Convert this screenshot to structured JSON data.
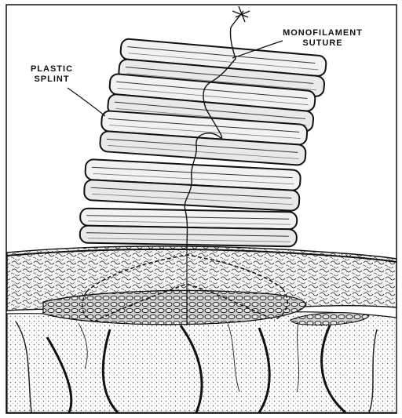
{
  "labels": {
    "suture_line1": "MONOFILAMENT",
    "suture_line2": "SUTURE",
    "splint_line1": "PLASTIC",
    "splint_line2": "SPLINT"
  },
  "colors": {
    "ink": "#111111",
    "paper": "#ffffff",
    "shade": "#e9e9e9"
  }
}
